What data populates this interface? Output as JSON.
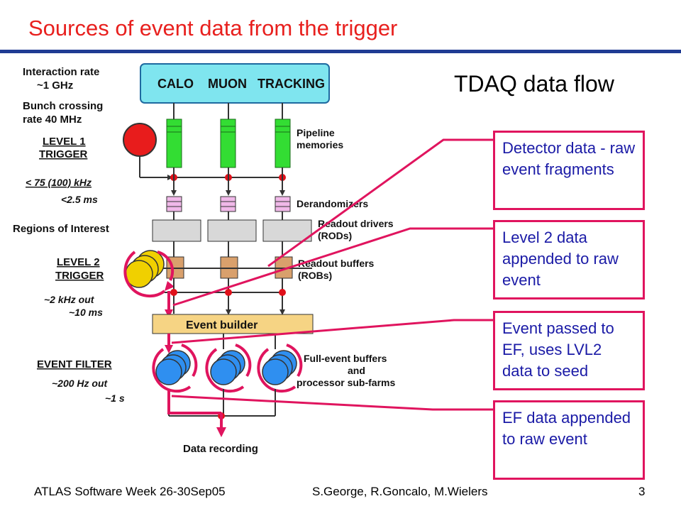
{
  "slide": {
    "title": "Sources of event data from the trigger",
    "subtitle": "TDAQ data flow",
    "page_number": "3"
  },
  "diagram": {
    "left_labels": {
      "interaction": [
        "Interaction rate",
        "~1 GHz",
        "Bunch crossing",
        "rate 40 MHz"
      ],
      "level1": [
        "LEVEL 1",
        "TRIGGER"
      ],
      "level1_rate": "< 75 (100) kHz",
      "level1_latency": "<2.5 ms",
      "roi": "Regions of Interest",
      "level2": [
        "LEVEL 2",
        "TRIGGER"
      ],
      "level2_rate": "~2 kHz out",
      "level2_latency": "~10 ms",
      "ef": "EVENT FILTER",
      "ef_rate": "~200 Hz out",
      "ef_latency": "~1 s"
    },
    "detectors": "CALO    MUON   TRACKING",
    "right_labels": {
      "pipeline": [
        "Pipeline",
        "memories"
      ],
      "derandomizers": "Derandomizers",
      "rods": [
        "Readout drivers",
        "(RODs)"
      ],
      "robs": [
        "Readout buffers",
        "(ROBs)"
      ],
      "farms": [
        "Full-event buffers",
        "and",
        "processor sub-farms"
      ]
    },
    "event_builder": "Event builder",
    "data_recording": "Data recording"
  },
  "callouts": [
    {
      "text": "Detector data - raw event fragments"
    },
    {
      "text": "Level 2 data appended to raw event"
    },
    {
      "text": "Event passed to EF, uses LVL2 data to seed"
    },
    {
      "text": "EF data appended to raw event"
    }
  ],
  "footer": {
    "left": "ATLAS Software Week 26-30Sep05",
    "center": "S.George, R.Goncalo, M.Wielers"
  },
  "colors": {
    "title": "#e8201e",
    "rule": "#1f3b93",
    "callout_border": "#e0145e",
    "callout_text": "#1a1aa6",
    "detector_box": "#7fe5ef",
    "pipeline": "#33dd33",
    "derandomizer": "#f0b8e8",
    "rod": "#d8d8d8",
    "rob": "#d9a06c",
    "event_builder": "#f6d484",
    "level1_circle": "#e81c1c",
    "level2_disk": "#f0d000",
    "ef_disk": "#2f8ff0",
    "node": "#e0101a"
  }
}
